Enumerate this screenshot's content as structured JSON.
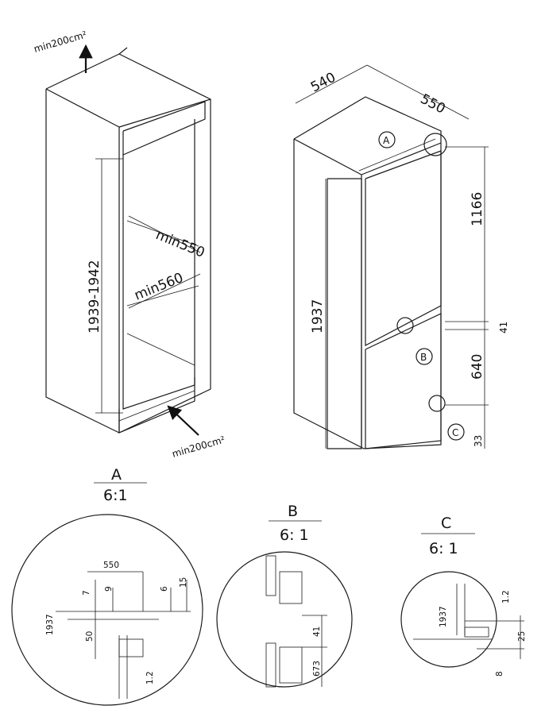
{
  "airflow": {
    "top": "min200cm²",
    "bottom": "min200cm²"
  },
  "niche": {
    "height": "1939-1942",
    "width": "min560",
    "depth": "min550"
  },
  "appliance": {
    "width": "540",
    "depth": "550",
    "height": "1937",
    "upper": "1166",
    "hinge_gap": "41",
    "lower": "640",
    "bottom_gap": "33"
  },
  "callouts": {
    "a": "A",
    "b": "B",
    "c": "C"
  },
  "details": {
    "a": {
      "label": "A",
      "scale": "6:1",
      "dims": [
        "550",
        "7",
        "9",
        "6",
        "15",
        "1937",
        "50",
        "1.2"
      ]
    },
    "b": {
      "label": "B",
      "scale": "6: 1",
      "dims": [
        "41",
        "673"
      ]
    },
    "c": {
      "label": "C",
      "scale": "6: 1",
      "dims": [
        "1937",
        "1.2",
        "25",
        "8"
      ]
    }
  }
}
